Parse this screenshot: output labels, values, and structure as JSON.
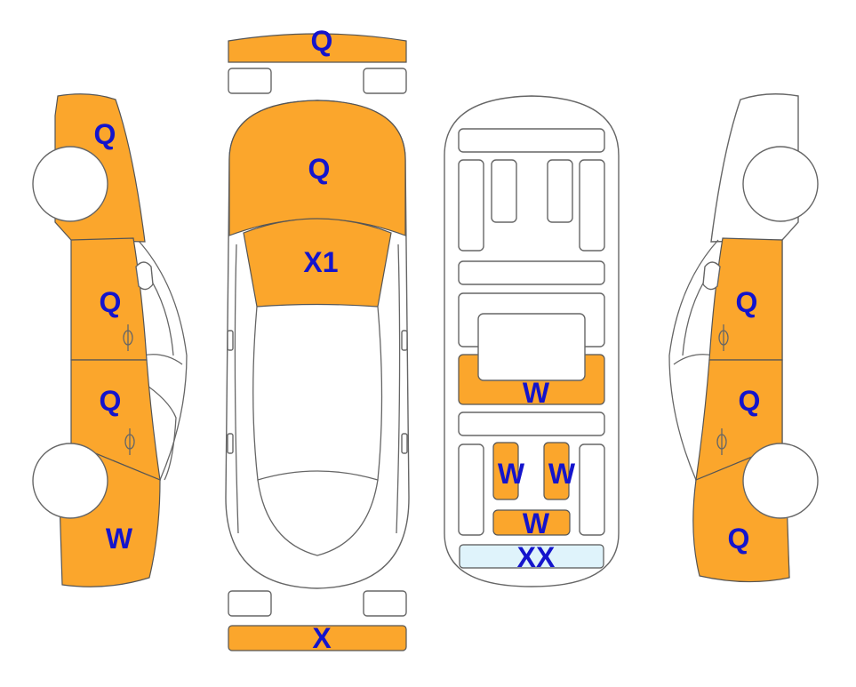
{
  "colors": {
    "damaged": "#fba62c",
    "special": "#dff3fb",
    "outline": "#666666",
    "label": "#1414cc"
  },
  "left_side": {
    "front": "Q",
    "front_door": "Q",
    "rear_door": "Q",
    "rear": "W"
  },
  "top_view": {
    "front_bumper": "Q",
    "hood": "Q",
    "windshield": "X1",
    "rear_bumper": "X"
  },
  "interior": {
    "floor_center": "W",
    "rear_left_seat": "W",
    "rear_right_seat": "W",
    "rear_bench": "W",
    "trunk": "XX"
  },
  "right_side": {
    "front_door": "Q",
    "rear_door": "Q",
    "rear": "Q"
  }
}
